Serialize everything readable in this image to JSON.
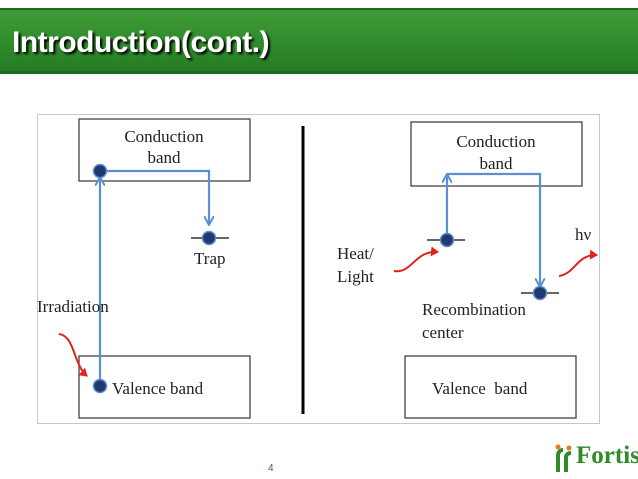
{
  "slide": {
    "title": "Introduction(cont.)",
    "number": "4"
  },
  "diagram": {
    "left": {
      "conduction_line1": "Conduction",
      "conduction_line2": "band",
      "valence_label": "Valence band",
      "trap_label": "Trap",
      "irradiation_label": "Irradiation"
    },
    "right": {
      "conduction_line1": "Conduction",
      "conduction_line2": "band",
      "valence_label": "Valence  band",
      "heat_line1": "Heat/",
      "heat_line2": "Light",
      "recomb_line1": "Recombination",
      "recomb_line2": "center",
      "photon_label": "hν"
    }
  },
  "logo": {
    "text": "Fortis"
  },
  "colors": {
    "title_green": "#2e8a2a",
    "arrow_blue": "#5b8fd0",
    "dot_navy": "#1f3a6e",
    "red_arrow": "#e0231c"
  }
}
